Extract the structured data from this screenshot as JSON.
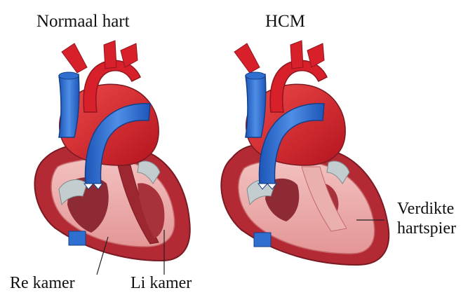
{
  "titles": {
    "normal": "Normaal hart",
    "hcm": "HCM"
  },
  "labels": {
    "right_ventricle": "Re kamer",
    "left_ventricle": "Li kamer",
    "thickened_muscle_line1": "Verdikte",
    "thickened_muscle_line2": "hartspier"
  },
  "colors": {
    "vein_blue": "#2f6fd0",
    "artery_red": "#d8202a",
    "myocardium_pink": "#e7a3a3",
    "muscle_dark": "#8e2a34",
    "valve_grey": "#b9c3c4"
  },
  "icons": [
    "normal-heart-illustration",
    "hcm-heart-illustration"
  ]
}
